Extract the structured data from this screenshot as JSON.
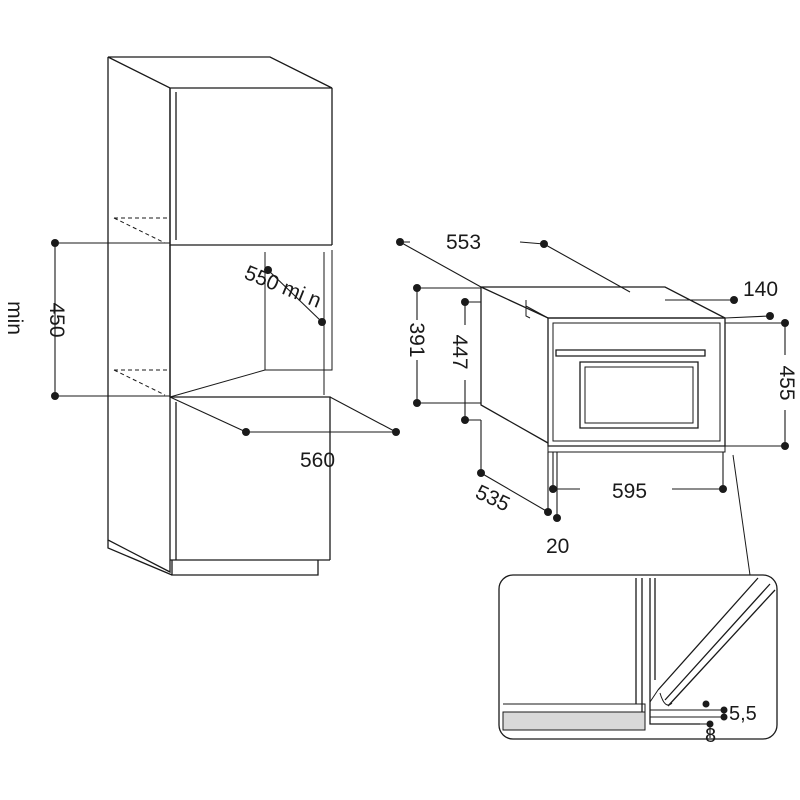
{
  "labels": {
    "min_vertical": "min",
    "h450": "450",
    "depth550": "550 mi n",
    "w560": "560",
    "w553": "553",
    "d140": "140",
    "h391": "391",
    "h447": "447",
    "h455": "455",
    "w595": "595",
    "d535": "535",
    "d20": "20",
    "detail55": "5,5",
    "detail8": "8"
  },
  "colors": {
    "line": "#1a1a1a",
    "shade": "#d9d9d9",
    "background": "#ffffff"
  }
}
